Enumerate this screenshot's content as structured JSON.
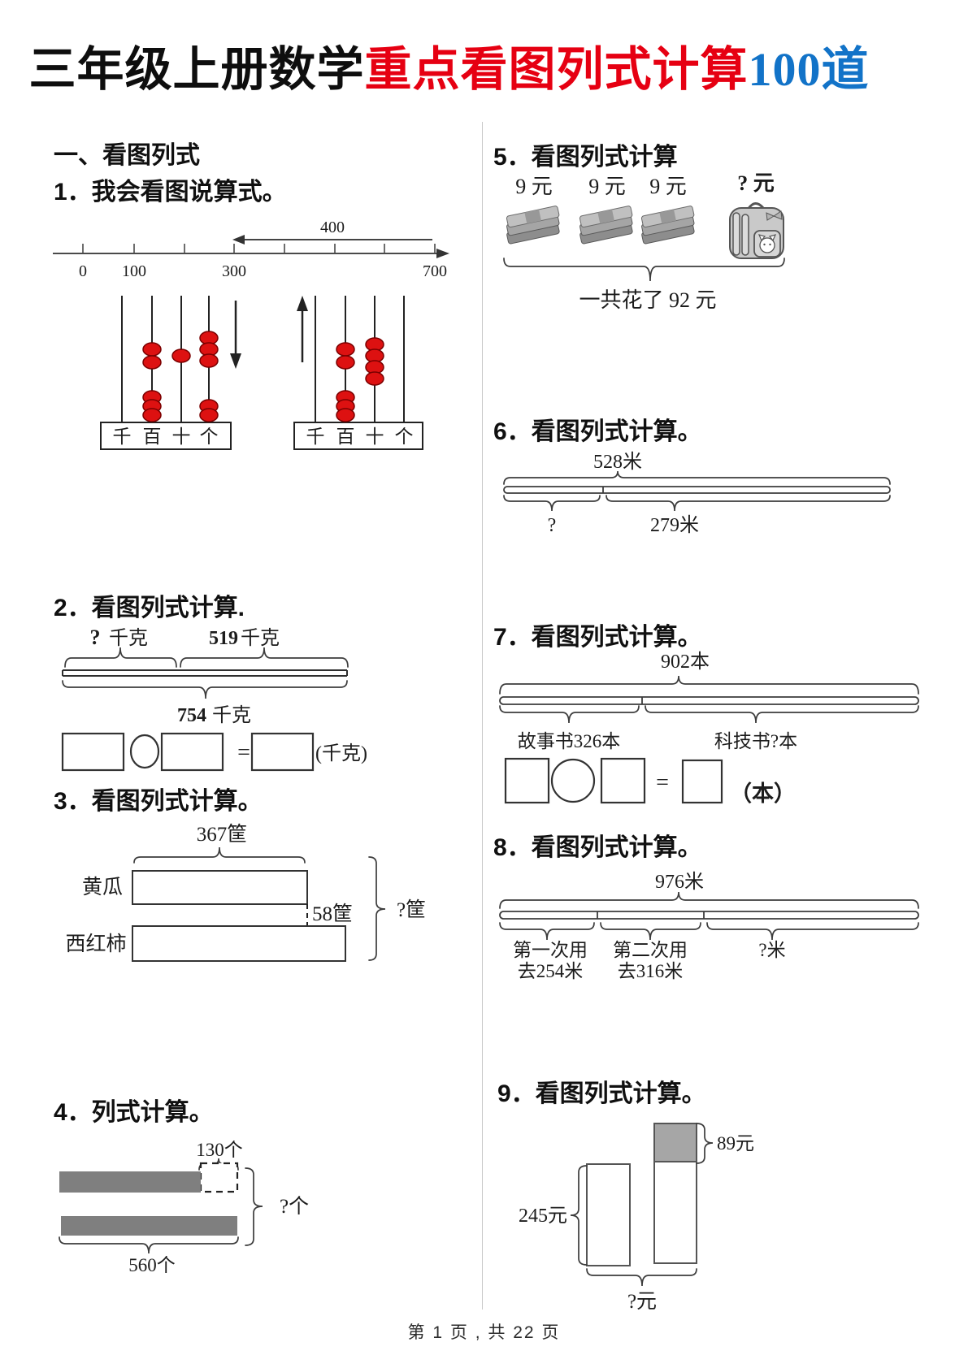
{
  "colors": {
    "title_red": "#e60012",
    "title_blue": "#1273c8",
    "bead_red": "#dd1111",
    "bead_stroke": "#7a0000",
    "bar_gray": "#7f7f7f"
  },
  "title": {
    "black": "三年级上册数学",
    "red": "重点看图列式计算",
    "blue": "100道"
  },
  "section1": {
    "heading": "一、看图列式"
  },
  "p1": {
    "heading": "1．我会看图说算式。",
    "numberline": {
      "arrow_label": "400",
      "tick0": "0",
      "tick1": "100",
      "tick3": "300",
      "tick7": "700"
    },
    "counter": {
      "d1": "千",
      "d2": "百",
      "d3": "十",
      "d4": "个"
    }
  },
  "p2": {
    "heading": "2．看图列式计算.",
    "q_mark": "?",
    "q_unit": "千克",
    "part_value": "519",
    "part_unit": "千克",
    "total_value": "754",
    "total_unit": "千克",
    "equals": "=",
    "answer_unit": "(千克)"
  },
  "p3": {
    "heading": "3．看图列式计算。",
    "top_label": "367筐",
    "row1": "黄瓜",
    "diff_label": "58筐",
    "row2": "西红柿",
    "question": "?筐"
  },
  "p4": {
    "heading": "4．列式计算。",
    "dash_label": "130个",
    "bottom_label": "560个",
    "question": "?个"
  },
  "p5": {
    "heading": "5．看图列式计算",
    "price1": "9 元",
    "price2": "9 元",
    "price3": "9 元",
    "price_q": "? 元",
    "total_label": "一共花了 92 元"
  },
  "p6": {
    "heading": "6．看图列式计算。",
    "total": "528米",
    "left": "?",
    "right": "279米"
  },
  "p7": {
    "heading": "7．看图列式计算。",
    "total": "902本",
    "left": "故事书326本",
    "right": "科技书?本",
    "equals": "=",
    "answer_unit": "（本）"
  },
  "p8": {
    "heading": "8．看图列式计算。",
    "total": "976米",
    "seg1_line1": "第一次用",
    "seg1_line2": "去254米",
    "seg2_line1": "第二次用",
    "seg2_line2": "去316米",
    "seg3": "?米"
  },
  "p9": {
    "heading": "9．看图列式计算。",
    "left_bar_label": "245元",
    "right_bar_label": "89元",
    "bottom_label": "?元"
  },
  "footer": {
    "page_text": "第 1 页 , 共 22 页"
  }
}
